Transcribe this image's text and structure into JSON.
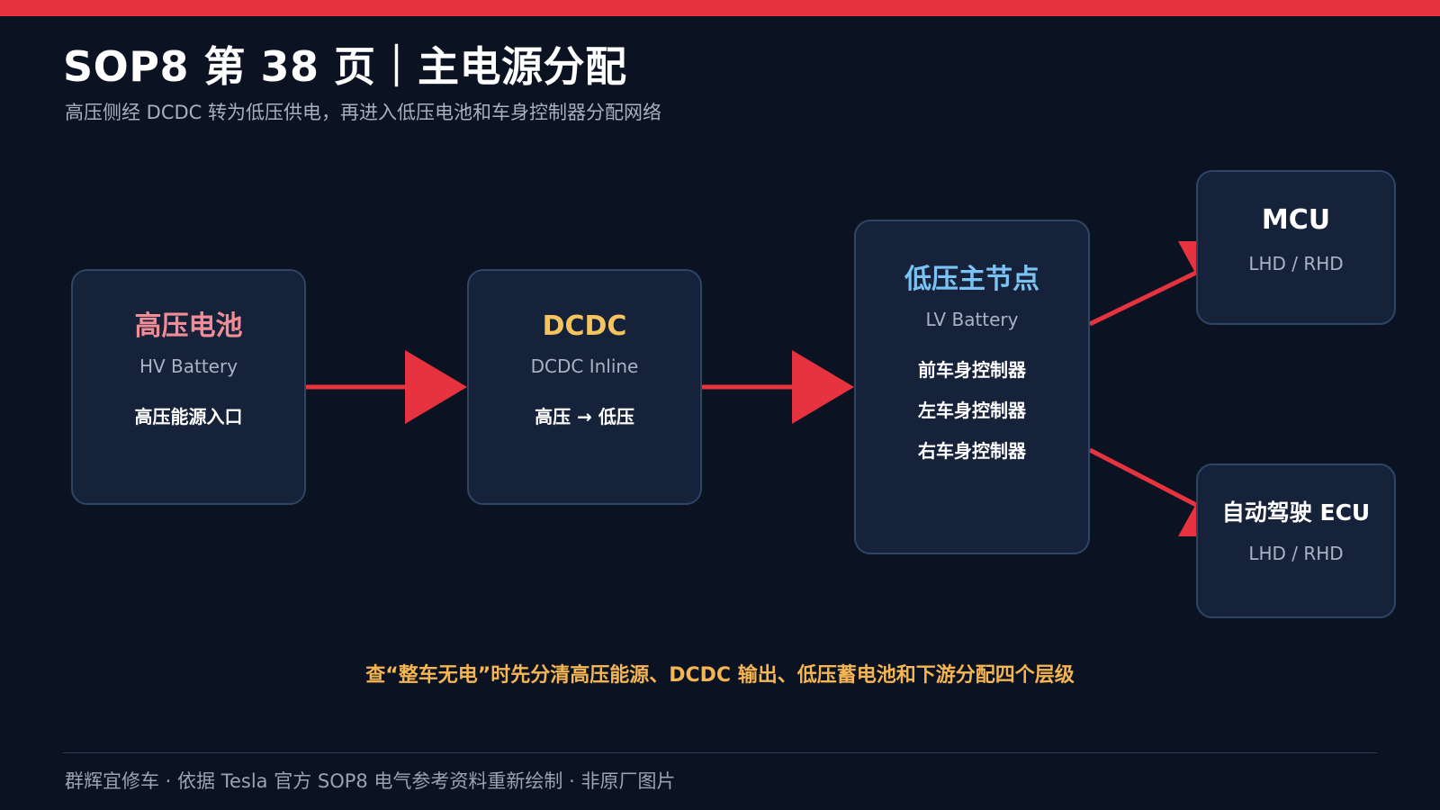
{
  "header": {
    "title": "SOP8 第 38 页｜主电源分配",
    "subtitle": "高压侧经 DCDC 转为低压供电，再进入低压电池和车身控制器分配网络"
  },
  "nodes": {
    "hv_battery": {
      "name": "高压电池",
      "en": "HV Battery",
      "desc": "高压能源入口"
    },
    "dcdc": {
      "name": "DCDC",
      "en": "DCDC Inline",
      "desc": "高压 → 低压"
    },
    "lv_node": {
      "name": "低压主节点",
      "en": "LV Battery",
      "controllers": [
        "前车身控制器",
        "左车身控制器",
        "右车身控制器"
      ]
    },
    "mcu": {
      "name": "MCU",
      "en": "LHD / RHD"
    },
    "adas_ecu": {
      "name": "自动驾驶 ECU",
      "en": "LHD / RHD"
    }
  },
  "note": "查“整车无电”时先分清高压能源、DCDC 输出、低压蓄电池和下游分配四个层级",
  "footer": "群辉宜修车 · 依据 Tesla 官方 SOP8 电气参考资料重新绘制 · 非原厂图片",
  "colors": {
    "background": "#0b1222",
    "accent_red": "#e6333f",
    "hv_title": "#f28c96",
    "dcdc_title": "#f6c45e",
    "lv_title": "#7cc3f5",
    "note": "#f4b552",
    "node_fill": "#16213a",
    "node_border": "#2e4566"
  }
}
